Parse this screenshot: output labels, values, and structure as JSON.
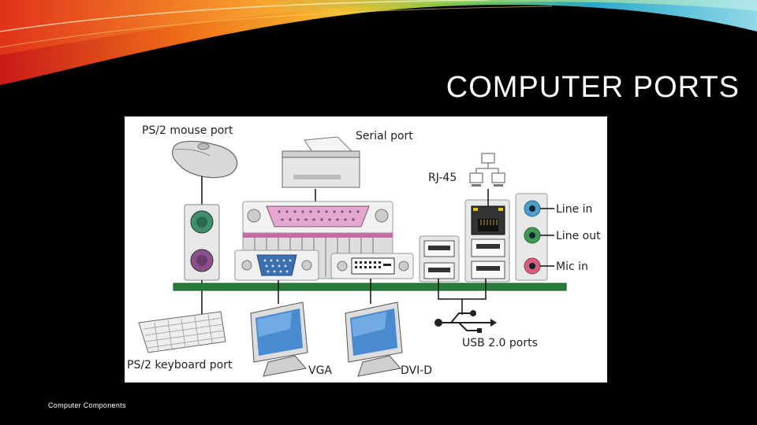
{
  "slide": {
    "title": "COMPUTER PORTS",
    "footer": "Computer Components"
  },
  "figure": {
    "labels": {
      "ps2_mouse": "PS/2 mouse port",
      "serial": "Serial port",
      "rj45": "RJ-45",
      "line_in": "Line in",
      "line_out": "Line out",
      "mic_in": "Mic in",
      "usb": "USB 2.0 ports",
      "ps2_keyboard": "PS/2 keyboard port",
      "vga": "VGA",
      "dvi": "DVI-D"
    },
    "colors": {
      "ps2_mouse_port": "#3e8f6e",
      "ps2_keyboard_port": "#8c4f8c",
      "serial_port": "#e4a8d0",
      "vga_port": "#3a6fb0",
      "line_in": "#4aa0c8",
      "line_out": "#3e9a52",
      "mic_in": "#d4607c",
      "board": "#2a7a3a"
    }
  }
}
